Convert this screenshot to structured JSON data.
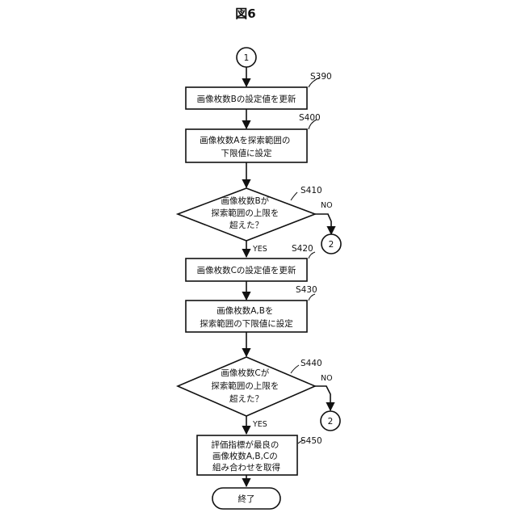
{
  "figure": {
    "title": "図6"
  },
  "connectors": {
    "start": "1",
    "no_target_1": "2",
    "no_target_2": "2"
  },
  "steps": {
    "s390": {
      "id": "S390",
      "lines": [
        "画像枚数Bの設定値を更新"
      ]
    },
    "s400": {
      "id": "S400",
      "lines": [
        "画像枚数Aを探索範囲の",
        "下限値に設定"
      ]
    },
    "s410": {
      "id": "S410",
      "lines": [
        "画像枚数Bが",
        "探索範囲の上限を",
        "超えた？"
      ]
    },
    "s420": {
      "id": "S420",
      "lines": [
        "画像枚数Cの設定値を更新"
      ]
    },
    "s430": {
      "id": "S430",
      "lines": [
        "画像枚数A,Bを",
        "探索範囲の下限値に設定"
      ]
    },
    "s440": {
      "id": "S440",
      "lines": [
        "画像枚数Cが",
        "探索範囲の上限を",
        "超えた？"
      ]
    },
    "s450": {
      "id": "S450",
      "lines": [
        "評価指標が最良の",
        "画像枚数A,B,Cの",
        "組み合わせを取得"
      ]
    }
  },
  "branches": {
    "yes_1": "YES",
    "no_1": "NO",
    "yes_2": "YES",
    "no_2": "NO"
  },
  "end": {
    "label": "終了"
  }
}
